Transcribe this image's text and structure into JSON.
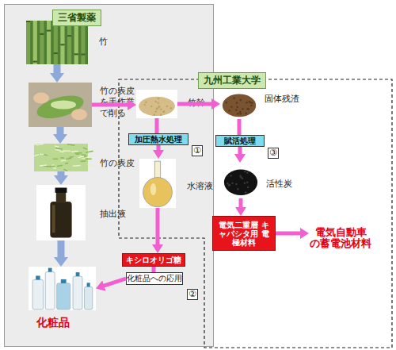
{
  "diagram": {
    "nodes": [
      {
        "text": [
          "三省製薬"
        ]
      },
      {
        "text": [
          "竹"
        ],
        "in": 0
      },
      {
        "text": [
          "竹の表皮 を手作業 で削る"
        ],
        "in": 0
      },
      {
        "text": [
          "竹の表皮"
        ],
        "in": 0
      },
      {
        "text": [
          "抽出液"
        ],
        "in": 0
      },
      {
        "text": [
          "キシロオリゴ糖"
        ],
        "in": 0
      },
      {
        "text": [
          "化粧品への応用"
        ],
        "in": 0
      },
      {
        "text": [
          "化粧品"
        ],
        "in": 0
      },
      {
        "text": [
          "九州工業大学"
        ]
      },
      {
        "text": [
          "竹幹"
        ],
        "in": 8
      },
      {
        "text": [
          "加圧熱水処理"
        ],
        "in": 8
      },
      {
        "text": [
          "水溶液"
        ],
        "in": 8
      },
      {
        "text": [
          "固体残渣"
        ],
        "in": 8
      },
      {
        "text": [
          "賦活処理"
        ],
        "in": 8
      },
      {
        "text": [
          "活性炭"
        ],
        "in": 8
      },
      {
        "text": [
          "電気二重層 キャパシタ用 電極材料"
        ],
        "in": 8
      },
      {
        "text": [
          "電気自動車 の蓄電池材料"
        ]
      }
    ],
    "edges": [
      {
        "from": 1,
        "to": 2,
        "arrow": "to"
      },
      {
        "from": 2,
        "to": 3,
        "arrow": "to"
      },
      {
        "from": 3,
        "to": 4,
        "arrow": "to"
      },
      {
        "from": 4,
        "to": 7,
        "arrow": "to"
      },
      {
        "from": 2,
        "to": 9,
        "arrow": "to"
      },
      {
        "from": 9,
        "to": 10,
        "arrow": "none"
      },
      {
        "from": 10,
        "to": 11,
        "arrow": "to"
      },
      {
        "from": 9,
        "to": 12,
        "arrow": "to"
      },
      {
        "from": 12,
        "to": 13,
        "arrow": "none"
      },
      {
        "from": 13,
        "to": 14,
        "arrow": "to"
      },
      {
        "from": 14,
        "to": 15,
        "arrow": "to"
      },
      {
        "from": 15,
        "to": 16,
        "arrow": "to"
      },
      {
        "from": 11,
        "to": 5,
        "arrow": "to"
      },
      {
        "from": 5,
        "to": 6,
        "arrow": "none"
      },
      {
        "from": 6,
        "to": 7,
        "arrow": "to"
      }
    ],
    "labels": [
      "①",
      "②",
      "③"
    ]
  }
}
